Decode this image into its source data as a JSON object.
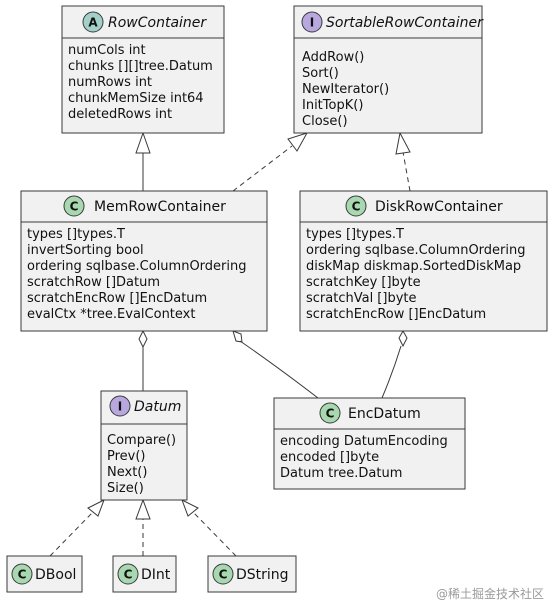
{
  "watermark": "@稀土掘金技术社区",
  "colors": {
    "abstract_icon": "#a3d1c9",
    "interface_icon": "#b9a7e0",
    "class_icon": "#a8d8b0",
    "box_fill": "#f1f1f1"
  },
  "classes": {
    "row_container": {
      "kind": "A",
      "name": "RowContainer",
      "italic": true,
      "members": [
        "numCols int",
        "chunks [][]tree.Datum",
        "numRows int",
        "chunkMemSize int64",
        "deletedRows int"
      ]
    },
    "sortable_row_container": {
      "kind": "I",
      "name": "SortableRowContainer",
      "italic": true,
      "members": [
        "AddRow()",
        "Sort()",
        "NewIterator()",
        "InitTopK()",
        "Close()"
      ]
    },
    "mem_row_container": {
      "kind": "C",
      "name": "MemRowContainer",
      "italic": false,
      "members": [
        "types []types.T",
        "invertSorting bool",
        "ordering sqlbase.ColumnOrdering",
        "scratchRow []Datum",
        "scratchEncRow []EncDatum",
        "evalCtx *tree.EvalContext"
      ]
    },
    "disk_row_container": {
      "kind": "C",
      "name": "DiskRowContainer",
      "italic": false,
      "members": [
        "types []types.T",
        "ordering sqlbase.ColumnOrdering",
        "diskMap diskmap.SortedDiskMap",
        "scratchKey []byte",
        "scratchVal []byte",
        "scratchEncRow []EncDatum"
      ]
    },
    "datum": {
      "kind": "I",
      "name": "Datum",
      "italic": true,
      "members": [
        "Compare()",
        "Prev()",
        "Next()",
        "Size()"
      ]
    },
    "enc_datum": {
      "kind": "C",
      "name": "EncDatum",
      "italic": false,
      "members": [
        "encoding DatumEncoding",
        "encoded []byte",
        "Datum tree.Datum"
      ]
    },
    "dbool": {
      "kind": "C",
      "name": "DBool",
      "italic": false,
      "members": []
    },
    "dint": {
      "kind": "C",
      "name": "DInt",
      "italic": false,
      "members": []
    },
    "dstring": {
      "kind": "C",
      "name": "DString",
      "italic": false,
      "members": []
    }
  }
}
